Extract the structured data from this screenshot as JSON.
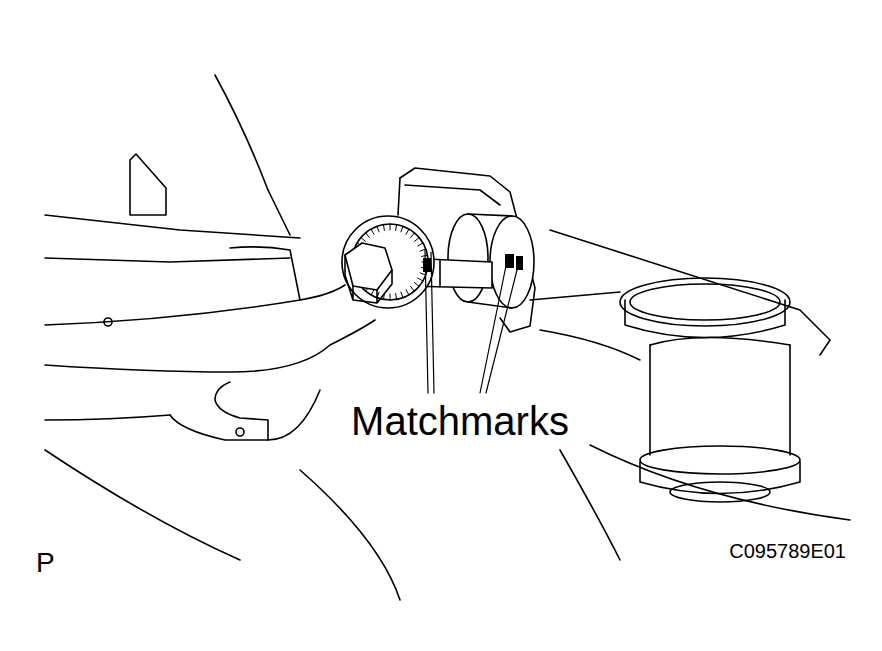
{
  "diagram": {
    "labels": [
      "Matchmarks",
      "P",
      "C095789E01"
    ]
  }
}
